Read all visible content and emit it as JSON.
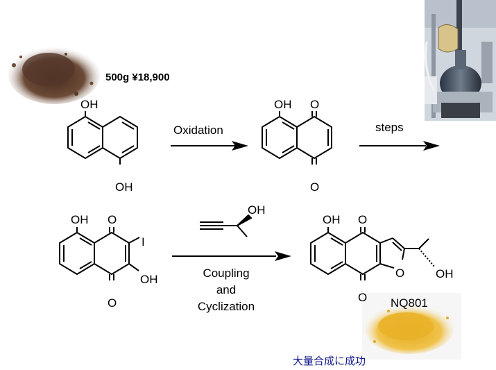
{
  "starting_material": {
    "price": "500g ¥18,900",
    "label_oh_top": "OH",
    "label_oh_bottom": "OH"
  },
  "step1": {
    "reagent": "Oxidation"
  },
  "intermediate1": {
    "label_oh": "OH",
    "label_o_top": "O",
    "label_o_bottom": "O"
  },
  "step2": {
    "reagent": "steps"
  },
  "intermediate2": {
    "label_oh": "OH",
    "label_o_top": "O",
    "label_o_bottom": "O",
    "label_i": "I",
    "label_oh_right": "OH"
  },
  "alkyne": {
    "label_oh": "OH"
  },
  "step3": {
    "line1": "Coupling",
    "line2": "and",
    "line3": "Cyclization"
  },
  "product": {
    "label_oh": "OH",
    "label_o_top": "O",
    "label_o_bottom": "O",
    "label_o_ring": "O",
    "label_oh_side": "OH",
    "name": "NQ801"
  },
  "caption": "大量合成に成功",
  "colors": {
    "caption": "#101a88",
    "powder_brown": "#5a3a28",
    "powder_yellow": "#e8b430"
  }
}
